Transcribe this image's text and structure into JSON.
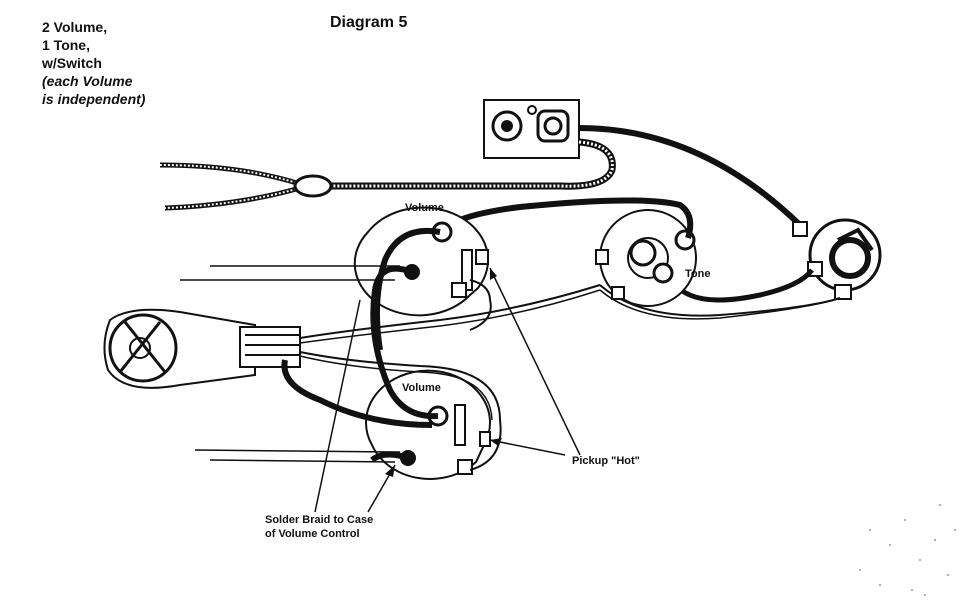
{
  "diagram": {
    "title": "Diagram 5",
    "notes": [
      "2 Volume,",
      "1 Tone,",
      "w/Switch",
      "(each Volume",
      "is independent)"
    ],
    "labels": {
      "volume_top": "Volume",
      "volume_bottom": "Volume",
      "tone": "Tone",
      "pickup_hot": "Pickup \"Hot\"",
      "solder_braid_line1": "Solder Braid to Case",
      "solder_braid_line2": "of Volume Control"
    }
  }
}
